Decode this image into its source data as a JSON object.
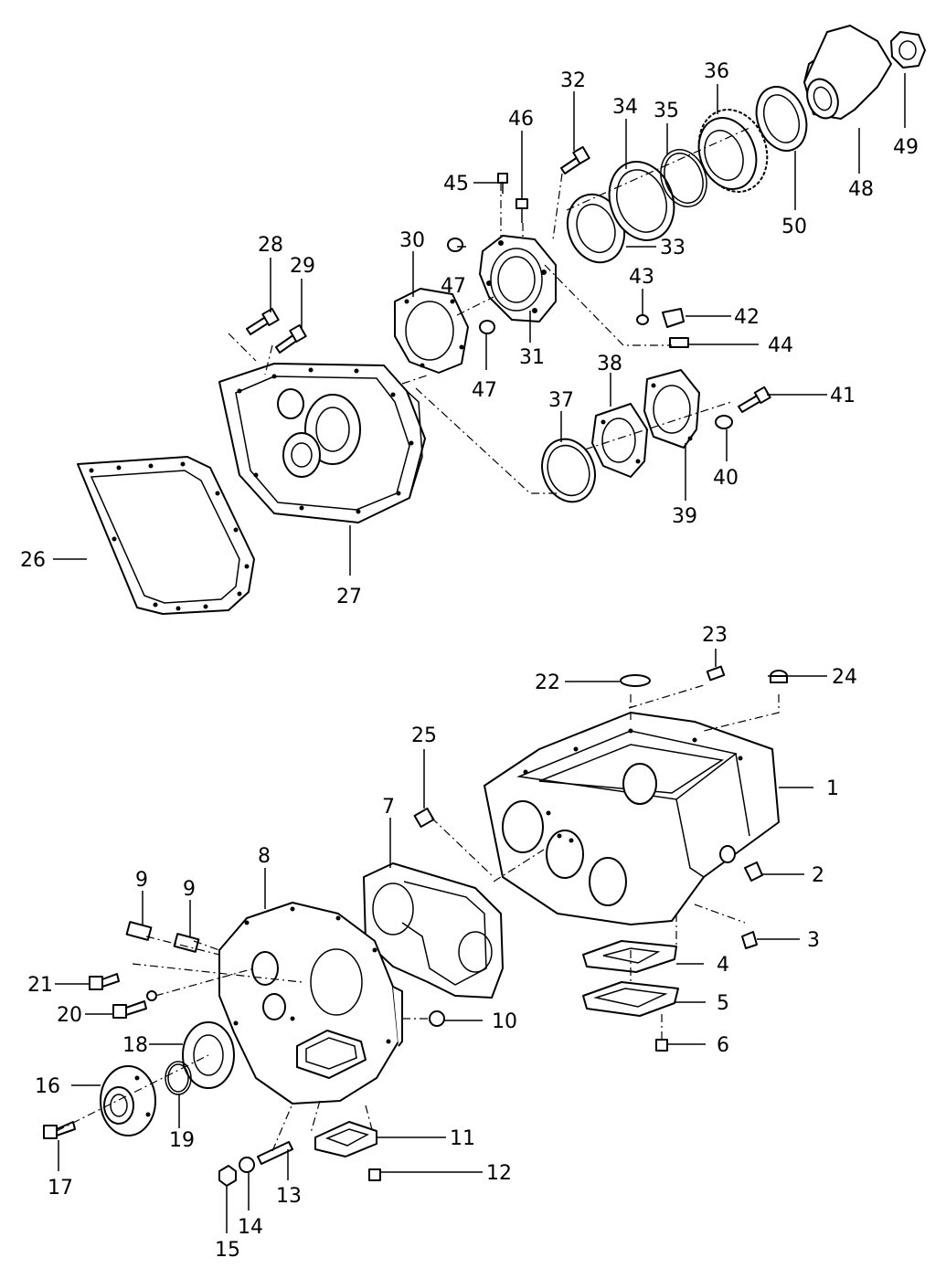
{
  "callouts": {
    "c1": "1",
    "c2": "2",
    "c3": "3",
    "c4": "4",
    "c5": "5",
    "c6": "6",
    "c7": "7",
    "c8": "8",
    "c9a": "9",
    "c9b": "9",
    "c10": "10",
    "c11": "11",
    "c12": "12",
    "c13": "13",
    "c14": "14",
    "c15": "15",
    "c16": "16",
    "c17": "17",
    "c18": "18",
    "c19": "19",
    "c20": "20",
    "c21": "21",
    "c22": "22",
    "c23": "23",
    "c24": "24",
    "c25": "25",
    "c26": "26",
    "c27": "27",
    "c28": "28",
    "c29": "29",
    "c30": "30",
    "c31": "31",
    "c32": "32",
    "c33": "33",
    "c34": "34",
    "c35": "35",
    "c36": "36",
    "c37": "37",
    "c38": "38",
    "c39": "39",
    "c40": "40",
    "c41": "41",
    "c42": "42",
    "c43": "43",
    "c44": "44",
    "c45": "45",
    "c46": "46",
    "c47a": "47",
    "c47b": "47",
    "c48": "48",
    "c49": "49",
    "c50": "50"
  }
}
